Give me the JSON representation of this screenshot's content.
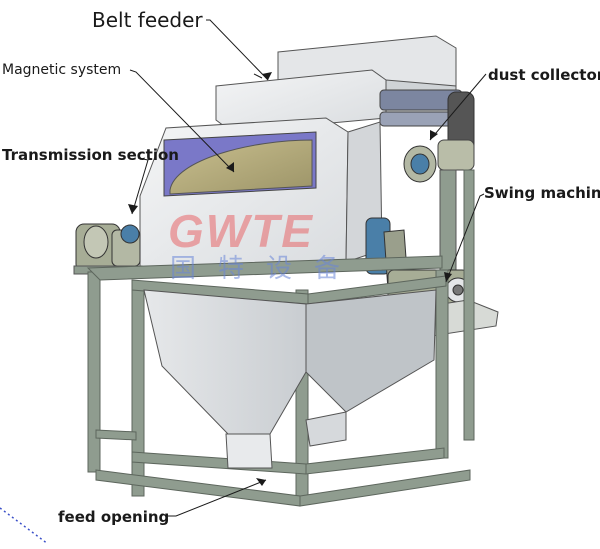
{
  "labels": {
    "belt_feeder": "Belt feeder",
    "magnetic_system": "Magnetic system",
    "transmission_section": "Transmission section",
    "dust_collector": "dust collector",
    "swing_machine": "Swing machine",
    "feed_opening": "feed opening"
  },
  "watermark": {
    "latin": "GWTE",
    "chinese": "国特设备"
  },
  "colors": {
    "frame": "#8f9c8f",
    "body": "#eceef0",
    "window": "#b3a97a",
    "window_frame": "#7a78c8",
    "motor": "#a7ad96",
    "coupling": "#4a7fa8",
    "belt": "#4a4a4a"
  }
}
